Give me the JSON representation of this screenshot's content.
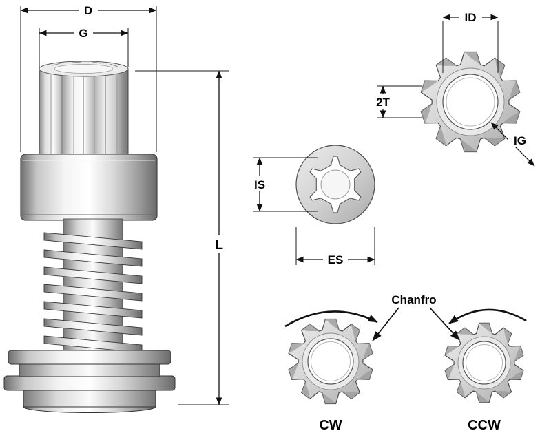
{
  "drawing": {
    "dimensions": {
      "D": "D",
      "G": "G",
      "L": "L",
      "ID": "ID",
      "twoT": "2T",
      "IG": "IG",
      "IS": "IS",
      "ES": "ES"
    },
    "rotation": {
      "cw": "CW",
      "ccw": "CCW"
    },
    "callout": {
      "chamfer": "Chanfro"
    },
    "colors": {
      "line": "#111111",
      "metal_light": "#f5f5f5",
      "metal_mid": "#c9c9c9",
      "metal_dark": "#7a7a7a",
      "tooth_shade": "#9b9b9b"
    }
  }
}
